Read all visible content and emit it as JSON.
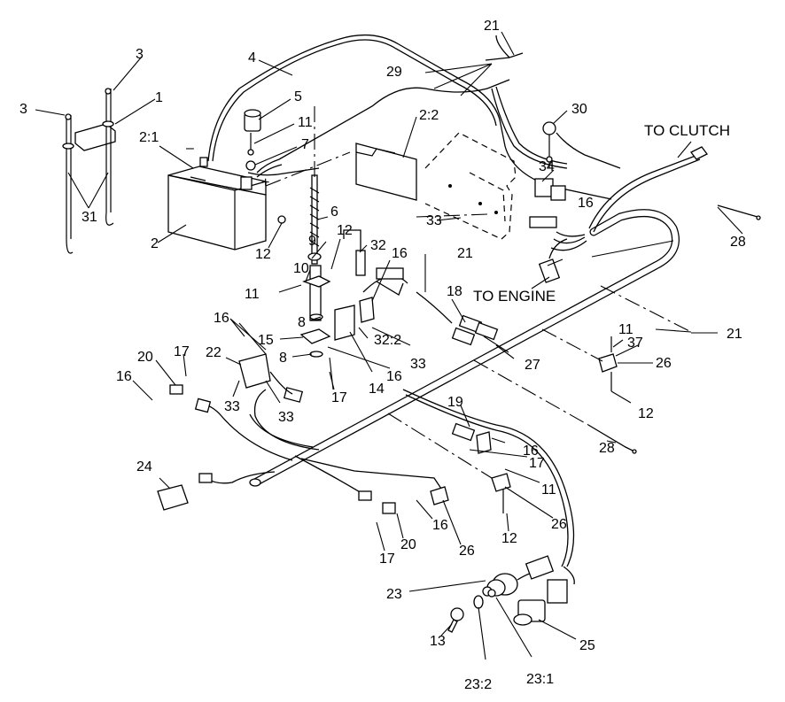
{
  "notes": {
    "to_clutch": "TO CLUTCH",
    "to_engine": "TO ENGINE"
  },
  "callouts": {
    "c1": "1",
    "c2": "2",
    "c2_1": "2:1",
    "c2_2": "2:2",
    "c3a": "3",
    "c3b": "3",
    "c4": "4",
    "c5": "5",
    "c6": "6",
    "c7": "7",
    "c8a": "8",
    "c8b": "8",
    "c9": "9",
    "c10": "10",
    "c11a": "11",
    "c11b": "11",
    "c11c": "11",
    "c11d": "11",
    "c12a": "12",
    "c12b": "12",
    "c12c": "12",
    "c12d": "12",
    "c13": "13",
    "c14": "14",
    "c15": "15",
    "c16a": "16",
    "c16b": "16",
    "c16c": "16",
    "c16d": "16",
    "c16e": "16",
    "c16f": "16",
    "c16g": "16",
    "c17a": "17",
    "c17b": "17",
    "c17c": "17",
    "c17d": "17",
    "c18": "18",
    "c19": "19",
    "c20a": "20",
    "c20b": "20",
    "c21a": "21",
    "c21b": "21",
    "c21c": "21",
    "c22": "22",
    "c23": "23",
    "c23_1": "23:1",
    "c23_2": "23:2",
    "c24": "24",
    "c25": "25",
    "c26a": "26",
    "c26b": "26",
    "c26c": "26",
    "c27": "27",
    "c28a": "28",
    "c28b": "28",
    "c29": "29",
    "c30": "30",
    "c31": "31",
    "c32": "32",
    "c32_2": "32:2",
    "c33a": "33",
    "c33b": "33",
    "c33c": "33",
    "c33d": "33",
    "c34": "34",
    "c37": "37"
  },
  "battery_symbols": {
    "minus": "–",
    "plus": "+"
  }
}
